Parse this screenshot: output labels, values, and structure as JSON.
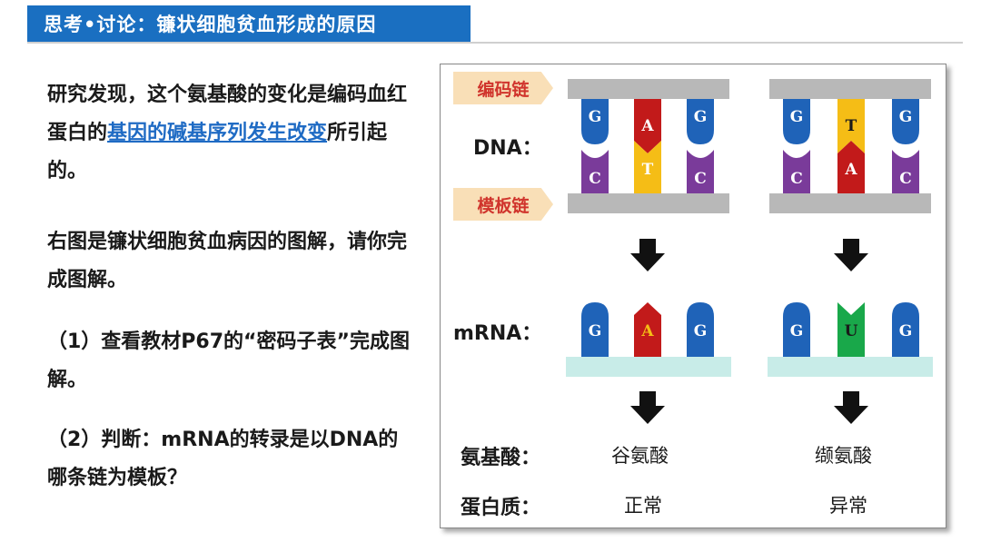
{
  "header": {
    "title": "思考•讨论：镰状细胞贫血形成的原因"
  },
  "text": {
    "p1_a": "研究发现，这个氨基酸的变化是编码血红蛋白的",
    "p1_link": "基因的碱基序列发生改变",
    "p1_b": "所引起的。",
    "p2": "右图是镰状细胞贫血病因的图解，请你完成图解。",
    "p3": "（1）查看教材P67的“密码子表”完成图解。",
    "p4": "（2）判断：mRNA的转录是以DNA的哪条链为模板？"
  },
  "figure": {
    "coding_strand_label": "编码链",
    "template_strand_label": "模板链",
    "dna_label": "DNA：",
    "mrna_label": "mRNA：",
    "amino_acid_label": "氨基酸：",
    "protein_label": "蛋白质：",
    "normal": {
      "dna_coding": [
        "G",
        "A",
        "G"
      ],
      "dna_template": [
        "C",
        "T",
        "C"
      ],
      "mrna": [
        "G",
        "A",
        "G"
      ],
      "amino_acid": "谷氨酸",
      "protein": "正常"
    },
    "mutant": {
      "dna_coding": [
        "G",
        "T",
        "G"
      ],
      "dna_template": [
        "C",
        "A",
        "C"
      ],
      "mrna": [
        "G",
        "U",
        "G"
      ],
      "amino_acid": "缬氨酸",
      "protein": "异常"
    }
  },
  "colors": {
    "title_bg": "#1a6fc1",
    "link": "#1f6bc4",
    "base_G": "#1f63b8",
    "base_C": "#7a3b9a",
    "base_A": "#c21a1a",
    "base_T": "#f5bd16",
    "base_U": "#19a84a",
    "backbone": "#b8b8b8",
    "mrna_strip": "#c8ece8",
    "tag_bg": "#f9dfb7",
    "tag_text": "#d0342c"
  }
}
